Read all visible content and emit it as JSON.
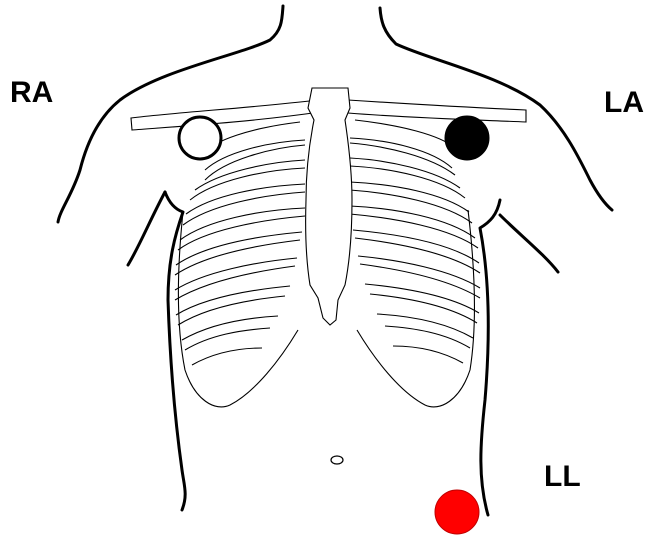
{
  "labels": {
    "right_arm": "RA",
    "left_arm": "LA",
    "left_leg": "LL"
  },
  "electrodes": {
    "right_arm_color": "#ffffff",
    "left_arm_color": "#000000",
    "left_leg_color": "#ff0000"
  }
}
